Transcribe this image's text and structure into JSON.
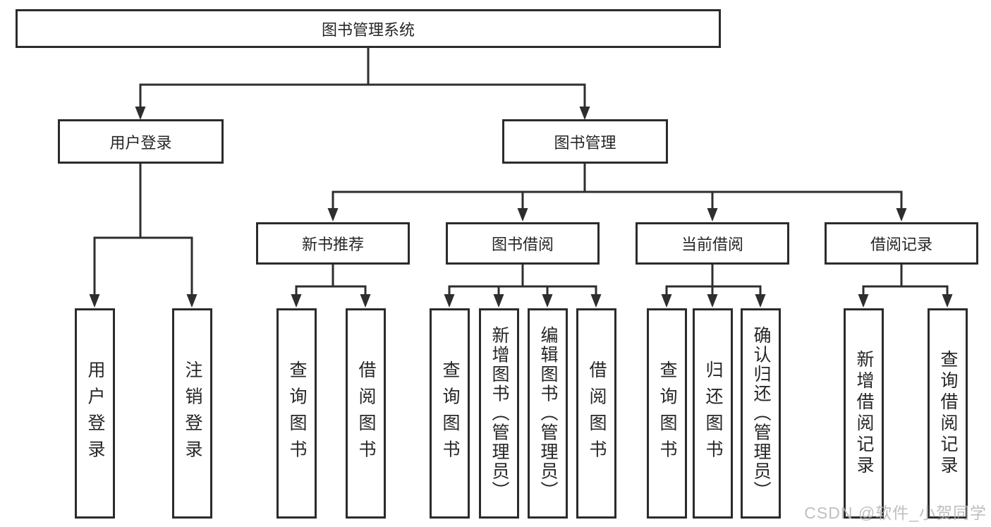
{
  "diagram": {
    "tree": {
      "root": {
        "label": "图书管理系统"
      },
      "branches": [
        {
          "label": "用户登录",
          "leaves": [
            {
              "label": "用户登录"
            },
            {
              "label": "注销登录"
            }
          ]
        },
        {
          "label": "图书管理",
          "groups": [
            {
              "label": "新书推荐",
              "leaves": [
                {
                  "label": "查询图书"
                },
                {
                  "label": "借阅图书"
                }
              ]
            },
            {
              "label": "图书借阅",
              "leaves": [
                {
                  "label": "查询图书"
                },
                {
                  "label": "新增图书（管理员）"
                },
                {
                  "label": "编辑图书（管理员）"
                },
                {
                  "label": "借阅图书"
                }
              ]
            },
            {
              "label": "当前借阅",
              "leaves": [
                {
                  "label": "查询图书"
                },
                {
                  "label": "归还图书"
                },
                {
                  "label": "确认归还（管理员）"
                }
              ]
            },
            {
              "label": "借阅记录",
              "leaves": [
                {
                  "label": "新增借阅记录"
                },
                {
                  "label": "查询借阅记录"
                }
              ]
            }
          ]
        }
      ]
    },
    "colors": {
      "line": "#2e2e2e",
      "box_border": "#2b2b2b",
      "text": "#262626",
      "watermark": "#b9b9b9"
    }
  },
  "watermark": {
    "text": "CSDN @软件_小贺同学"
  }
}
